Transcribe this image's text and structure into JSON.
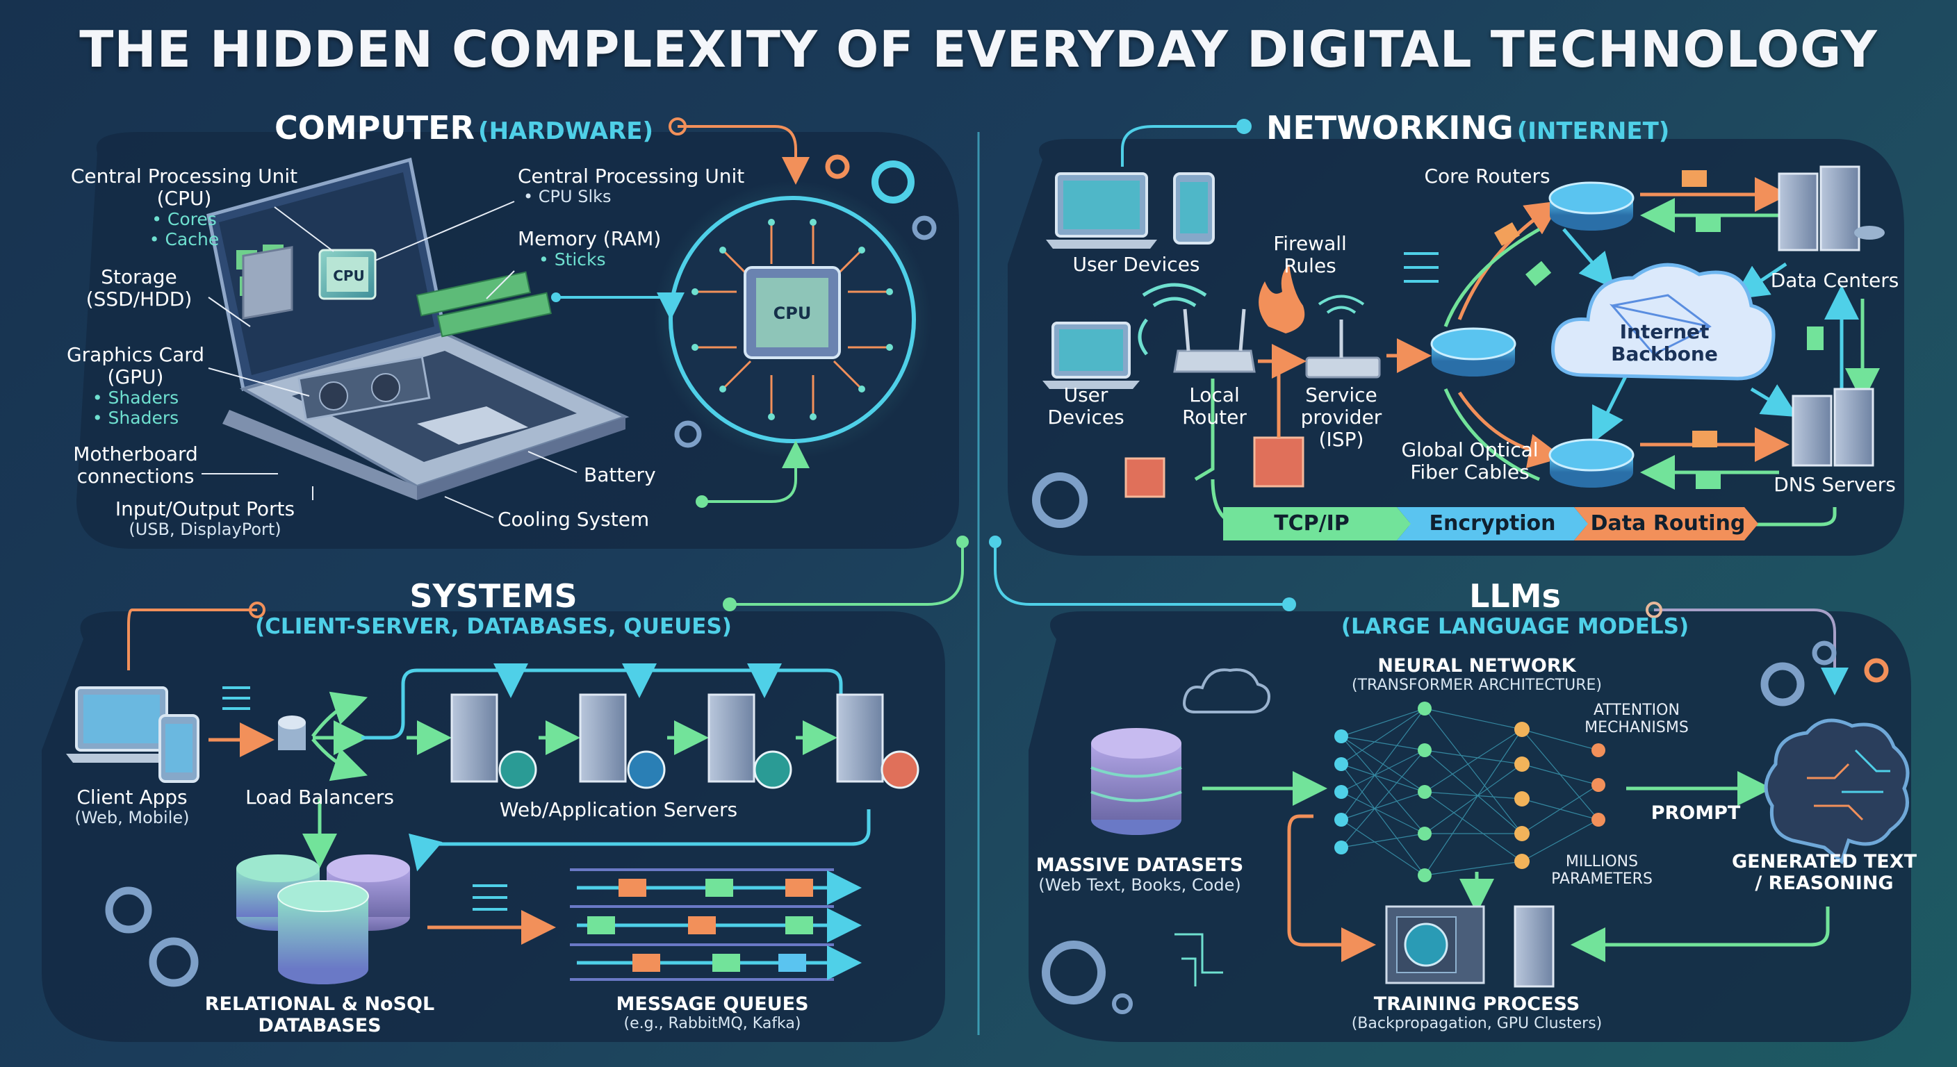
{
  "title": "THE HIDDEN COMPLEXITY OF EVERYDAY DIGITAL TECHNOLOGY",
  "colors": {
    "background": "#1b3c5a",
    "panel": "#142a44",
    "accent_cyan": "#4fd0e8",
    "accent_orange": "#f2905a",
    "accent_green": "#6fe0a0"
  },
  "computer": {
    "heading": "COMPUTER",
    "subheading": "(HARDWARE)",
    "cpu_left_title": "Central Processing Unit",
    "cpu_left_abbr": "(CPU)",
    "cpu_left_items": [
      "• Cores",
      "• Cache"
    ],
    "cpu_right_title": "Central Processing Unit",
    "cpu_right_sub": "• CPU Slks",
    "memory": "Memory (RAM)",
    "memory_sub": "• Sticks",
    "storage": "Storage",
    "storage_sub": "(SSD/HDD)",
    "gpu": "Graphics Card",
    "gpu_abbr": "(GPU)",
    "gpu_items": [
      "• Shaders",
      "• Shaders"
    ],
    "motherboard": "Motherboard",
    "motherboard_sub": "connections",
    "io": "Input/Output Ports",
    "io_sub": "(USB, DisplayPort)",
    "battery": "Battery",
    "cooling": "Cooling System",
    "chip_label": "CPU",
    "chip_label2": "CPU"
  },
  "networking": {
    "heading": "NETWORKING",
    "subheading": "(INTERNET)",
    "user_devices_top": "User Devices",
    "firewall": "Firewall",
    "firewall_sub": "Rules",
    "core_routers": "Core Routers",
    "data_centers": "Data Centers",
    "internet": "Internet",
    "backbone": "Backbone",
    "user_devices": "User",
    "user_devices_sub": "Devices",
    "local_router": "Local",
    "local_router_sub": "Router",
    "isp": "Service",
    "isp_2": "provider",
    "isp_3": "(ISP)",
    "fiber": "Global Optical",
    "fiber_sub": "Fiber Cables",
    "dns": "DNS Servers",
    "bar_tcp": "TCP/IP",
    "bar_enc": "Encryption",
    "bar_route": "Data Routing"
  },
  "systems": {
    "heading": "SYSTEMS",
    "subheading": "(CLIENT-SERVER, DATABASES, QUEUES)",
    "client": "Client Apps",
    "client_sub": "(Web, Mobile)",
    "lb": "Load Balancers",
    "servers": "Web/Application Servers",
    "db": "RELATIONAL & NoSQL",
    "db_sub": "DATABASES",
    "mq": "MESSAGE QUEUES",
    "mq_sub": "(e.g., RabbitMQ, Kafka)"
  },
  "llms": {
    "heading": "LLMs",
    "subheading": "(LARGE LANGUAGE MODELS)",
    "nn": "NEURAL NETWORK",
    "nn_sub": "(TRANSFORMER ARCHITECTURE)",
    "attention": "ATTENTION",
    "attention_sub": "MECHANISMS",
    "datasets": "MASSIVE DATASETS",
    "datasets_sub": "(Web Text, Books, Code)",
    "prompt": "PROMPT",
    "millions": "MILLIONS",
    "params": "PARAMETERS",
    "generated": "GENERATED TEXT",
    "reasoning": "/ REASONING",
    "training": "TRAINING PROCESS",
    "training_sub": "(Backpropagation, GPU Clusters)"
  }
}
